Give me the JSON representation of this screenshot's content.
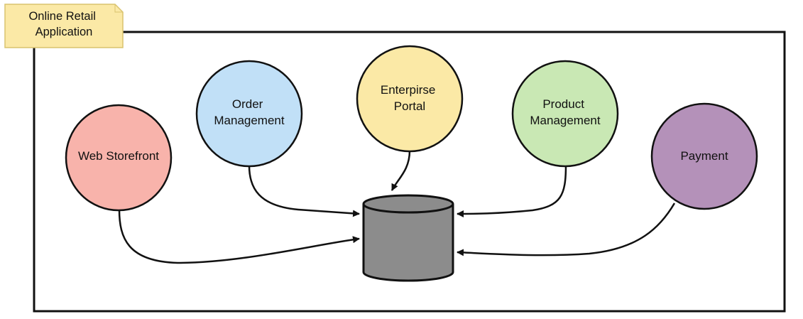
{
  "diagram": {
    "container": {
      "label_lines": [
        "Online Retail",
        "Application"
      ],
      "note_color": "#fbe9a6",
      "note_border": "#d9c36f"
    },
    "services": [
      {
        "id": "web-storefront",
        "lines": [
          "Web Storefront"
        ],
        "color": "#f8b3ab"
      },
      {
        "id": "order-management",
        "lines": [
          "Order",
          "Management"
        ],
        "color": "#c1e0f7"
      },
      {
        "id": "enterprise-portal",
        "lines": [
          "Enterpirse",
          "Portal"
        ],
        "color": "#fbe9a6"
      },
      {
        "id": "product-management",
        "lines": [
          "Product",
          "Management"
        ],
        "color": "#c9e8b4"
      },
      {
        "id": "payment",
        "lines": [
          "Payment"
        ],
        "color": "#b491b9"
      }
    ],
    "database": {
      "color": "#8c8c8c"
    },
    "edges": [
      {
        "from": "web-storefront",
        "to": "database"
      },
      {
        "from": "order-management",
        "to": "database"
      },
      {
        "from": "enterprise-portal",
        "to": "database"
      },
      {
        "from": "product-management",
        "to": "database"
      },
      {
        "from": "payment",
        "to": "database"
      }
    ]
  }
}
